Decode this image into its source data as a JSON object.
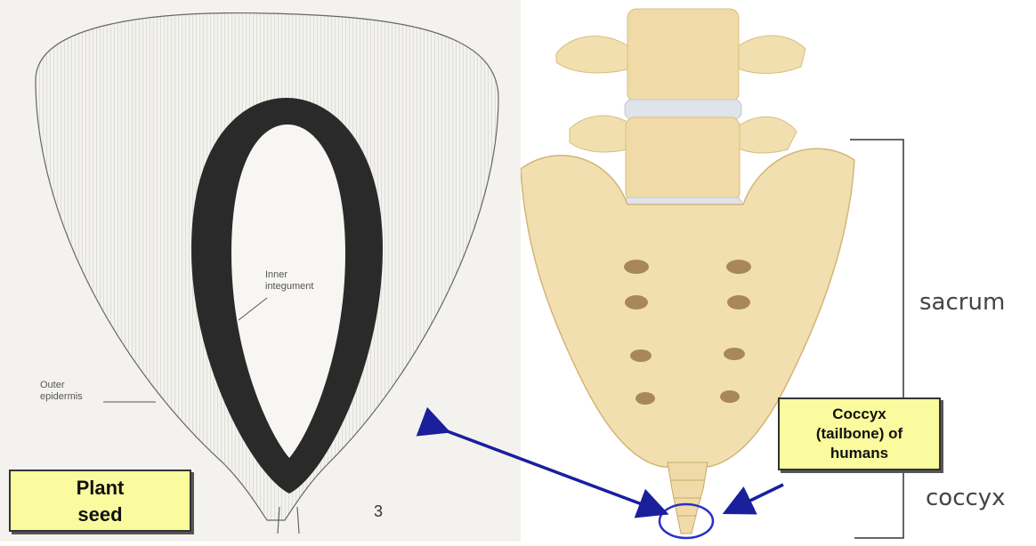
{
  "seed_labels": {
    "inner_line1": "Inner",
    "inner_line2": "integument",
    "outer_line1": "Outer",
    "outer_line2": "epidermis",
    "figure_number": "3"
  },
  "callouts": {
    "plant_line1": "Plant",
    "plant_line2": "seed",
    "coccyx_line1": "Coccyx",
    "coccyx_line2": "(tailbone) of",
    "coccyx_line3": "humans"
  },
  "bone_labels": {
    "sacrum": "sacrum",
    "coccyx": "coccyx"
  },
  "colors": {
    "arrow": "#1a1f9c",
    "highlight_circle": "#2a30c8",
    "callout_bg": "#fafa9e",
    "bone": "#f2dfb0"
  }
}
